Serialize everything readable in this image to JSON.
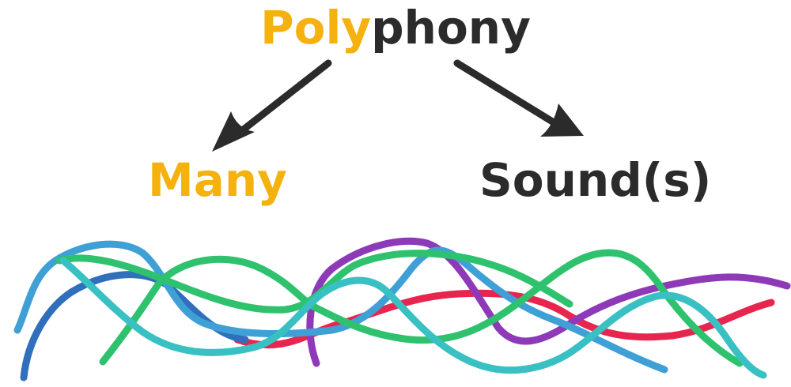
{
  "title": {
    "prefix": "Poly",
    "suffix": "phony"
  },
  "branches": {
    "left": "Many",
    "right": "Sound(s)"
  },
  "colors": {
    "accent": "#f5b20f",
    "dark": "#2b2b2b",
    "lines": [
      "#2f6fbb",
      "#3fa0d6",
      "#2fc26e",
      "#39c0c3",
      "#e8254e",
      "#8e3ab8"
    ]
  }
}
